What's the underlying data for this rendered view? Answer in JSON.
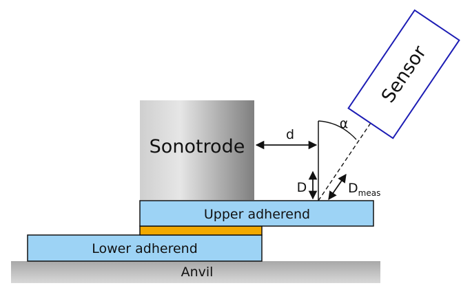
{
  "labels": {
    "sensor": "Sensor",
    "sonotrode": "Sonotrode",
    "distance_d": "d",
    "angle_alpha": "α",
    "displacement_D": "D",
    "measured_D_main": "D",
    "measured_D_sub": "meas",
    "upper_adherend": "Upper adherend",
    "lower_adherend": "Lower adherend",
    "anvil": "Anvil"
  },
  "colors": {
    "sensor_border": "#1c1cb4",
    "adherend_fill": "#9dd3f5",
    "adhesive_fill": "#f2a900",
    "sonotrode_light": "#d4d4d4",
    "sonotrode_dark": "#8a8a8a",
    "anvil_fill": "#9a9a9a",
    "line_color": "#111111"
  }
}
